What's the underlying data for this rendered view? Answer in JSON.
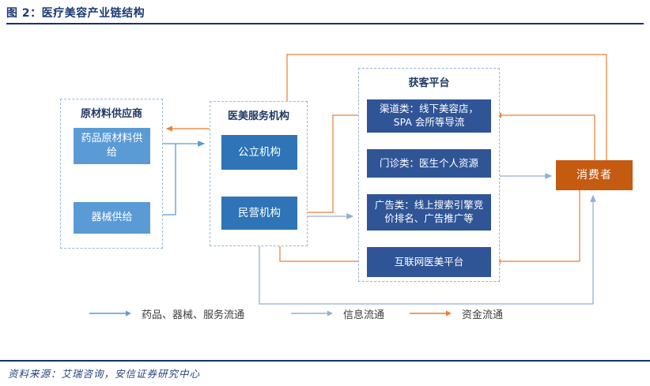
{
  "figure": {
    "title": "图 2：医疗美容产业链结构",
    "source": "资料来源：艾瑞咨询，安信证券研究中心"
  },
  "diagram": {
    "groups": {
      "supplier": {
        "title": "原材料供应商",
        "items": [
          {
            "label": "药品原材料供给"
          },
          {
            "label": "器械供给"
          }
        ]
      },
      "service": {
        "title": "医美服务机构",
        "items": [
          {
            "label": "公立机构"
          },
          {
            "label": "民营机构"
          }
        ]
      },
      "platform": {
        "title": "获客平台",
        "items": [
          {
            "label": "渠道类：线下美容店，SPA 会所等导流"
          },
          {
            "label": "门诊类：医生个人资源"
          },
          {
            "label": "广告类：线上搜索引擎竞价排名、广告推广等"
          },
          {
            "label": "互联网医美平台"
          }
        ]
      }
    },
    "consumer": {
      "label": "消费者"
    }
  },
  "legend": {
    "items": [
      {
        "label": "药品、器械、服务流通",
        "color": "#5b9bd5"
      },
      {
        "label": "信息流通",
        "color": "#94afd7"
      },
      {
        "label": "资金流通",
        "color": "#ed7d31"
      }
    ]
  },
  "colors": {
    "title_navy": "#1b3a73",
    "dashed_border": "#9ab6dc",
    "supplier_box": "#5b9bd5",
    "service_box": "#2e74b6",
    "platform_box": "#2f5597",
    "consumer_box": "#c55a11",
    "flow_goods": "#5b9bd5",
    "flow_info": "#94afd7",
    "flow_funds": "#ed7d31"
  }
}
